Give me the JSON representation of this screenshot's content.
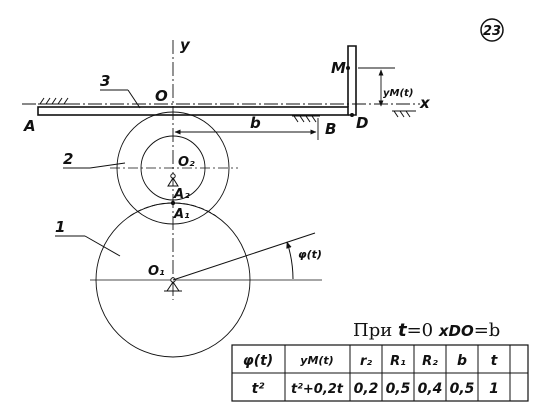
{
  "problem_number": "23",
  "labels": {
    "axis_y": "y",
    "axis_x": "x",
    "origin": "O",
    "point_A": "A",
    "point_B": "B",
    "point_D": "D",
    "point_M": "M",
    "rack_number": "3",
    "gear2_number": "2",
    "gear1_number": "1",
    "center_O2": "O₂",
    "center_O1": "O₁",
    "contact_A2": "A₂",
    "contact_A1": "A₁",
    "dim_b": "b",
    "yM_label": "yM(t)",
    "phi_label": "φ(t)"
  },
  "condition": {
    "prefix": "При ",
    "t": "t",
    "eq0": "=0 ",
    "xDO": "xDO",
    "eqb": "=b"
  },
  "table": {
    "headers": [
      "φ(t)",
      "yM(t)",
      "r₂",
      "R₁",
      "R₂",
      "b",
      "t"
    ],
    "values": [
      "t²",
      "t²+0,2t",
      "0,2",
      "0,5",
      "0,4",
      "0,5",
      "1"
    ]
  }
}
